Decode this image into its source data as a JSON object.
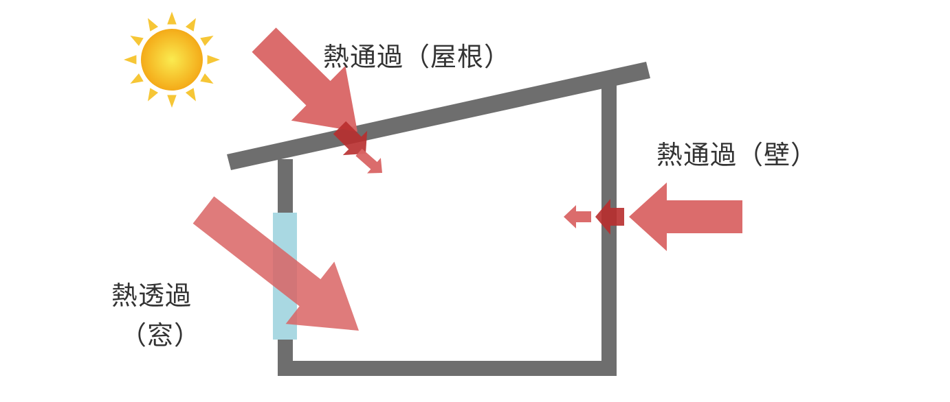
{
  "labels": {
    "roof": "熱通過（屋根）",
    "wall": "熱通過（壁）",
    "window_line1": "熱透過",
    "window_line2": "（窓）"
  },
  "colors": {
    "structure": "#6e6e6e",
    "arrow": "#d96464",
    "arrow_dark": "#b82d2d",
    "window": "#a9d8e2",
    "sun": "#f6b41a",
    "sun_center": "#f9e04a"
  }
}
